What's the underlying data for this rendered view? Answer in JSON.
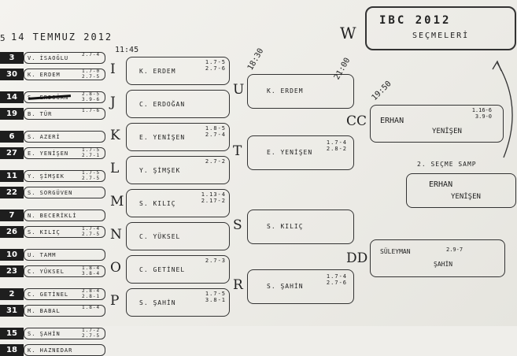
{
  "header": {
    "date": "14 TEMMUZ 2012",
    "date_prefix": "5"
  },
  "title": {
    "line1": "IBC 2012",
    "line2": "SEÇMELERİ",
    "corner_letter": "W"
  },
  "players": [
    {
      "seed": "3",
      "name": "V. İSAOĞLU",
      "score": "2.7-4"
    },
    {
      "seed": "30",
      "name": "K. ERDEM",
      "score": "1.7-0\n2.7-5"
    },
    {
      "seed": "14",
      "name": "S. ERDOĞAN",
      "score": "2.8-5\n3.9-6"
    },
    {
      "seed": "19",
      "name": "B. TÜR",
      "score": "1.7-6"
    },
    {
      "seed": "6",
      "name": "S. AZERİ",
      "score": ""
    },
    {
      "seed": "27",
      "name": "E. YENİŞEN",
      "score": "1.7-5\n2.7-1"
    },
    {
      "seed": "11",
      "name": "Y. ŞİMŞEK",
      "score": "1.7-5\n2.7-5"
    },
    {
      "seed": "22",
      "name": "S. SORGÜVEN",
      "score": ""
    },
    {
      "seed": "7",
      "name": "N. BECERİKLİ",
      "score": ""
    },
    {
      "seed": "26",
      "name": "S. KILIÇ",
      "score": "1.7-4\n2.7-5"
    },
    {
      "seed": "10",
      "name": "U. TAMM",
      "score": ""
    },
    {
      "seed": "23",
      "name": "C. YÜKSEL",
      "score": "1.8-4\n3.8-4"
    },
    {
      "seed": "2",
      "name": "C. GETİNEL",
      "score": "2.8-4\n2.8-1"
    },
    {
      "seed": "31",
      "name": "M. BABAL",
      "score": "1.8-4"
    },
    {
      "seed": "15",
      "name": "S. ŞAHİN",
      "score": "1.7-2\n2.7-5"
    },
    {
      "seed": "18",
      "name": "K. HAZNEDAR",
      "score": ""
    }
  ],
  "round2": [
    {
      "letter": "I",
      "name": "K. ERDEM",
      "score": "1.7-5\n2.7-6"
    },
    {
      "letter": "J",
      "name": "C. ERDOĞAN",
      "score": ""
    },
    {
      "letter": "K",
      "name": "E. YENİŞEN",
      "score": "1.8-5\n2.7-4"
    },
    {
      "letter": "L",
      "name": "Y. ŞİMŞEK",
      "score": "2.7-2"
    },
    {
      "letter": "M",
      "name": "S. KILIÇ",
      "score": "1.13-4\n2.17-2"
    },
    {
      "letter": "N",
      "name": "C. YÜKSEL",
      "score": ""
    },
    {
      "letter": "O",
      "name": "C. GETİNEL",
      "score": "2.7-3"
    },
    {
      "letter": "P",
      "name": "S. ŞAHİN",
      "score": "1.7-5\n3.8-1"
    }
  ],
  "round3": [
    {
      "letter": "U",
      "name": "K. ERDEM",
      "score": ""
    },
    {
      "letter": "T",
      "name": "E. YENİŞEN",
      "score": "1.7-4\n2.8-2"
    },
    {
      "letter": "S",
      "name": "S. KILIÇ",
      "score": ""
    },
    {
      "letter": "R",
      "name": "S. ŞAHİN",
      "score": "1.7-4\n2.7-6"
    }
  ],
  "final_side": {
    "cc": {
      "letter": "CC",
      "line1": "ERHAN",
      "line2": "YENİŞEN",
      "score": "1.16-6\n3.9-0"
    },
    "dd": {
      "letter": "DD",
      "line1": "SÜLEYMAN",
      "line2": "ŞAHİN",
      "score": "2.9-7"
    },
    "second_qualifier_label": "2. SEÇME SAMP",
    "second_qualifier": {
      "line1": "ERHAN",
      "line2": "YENİŞEN"
    }
  },
  "times": [
    "11:45",
    "18:30",
    "21:00",
    "19:50"
  ]
}
